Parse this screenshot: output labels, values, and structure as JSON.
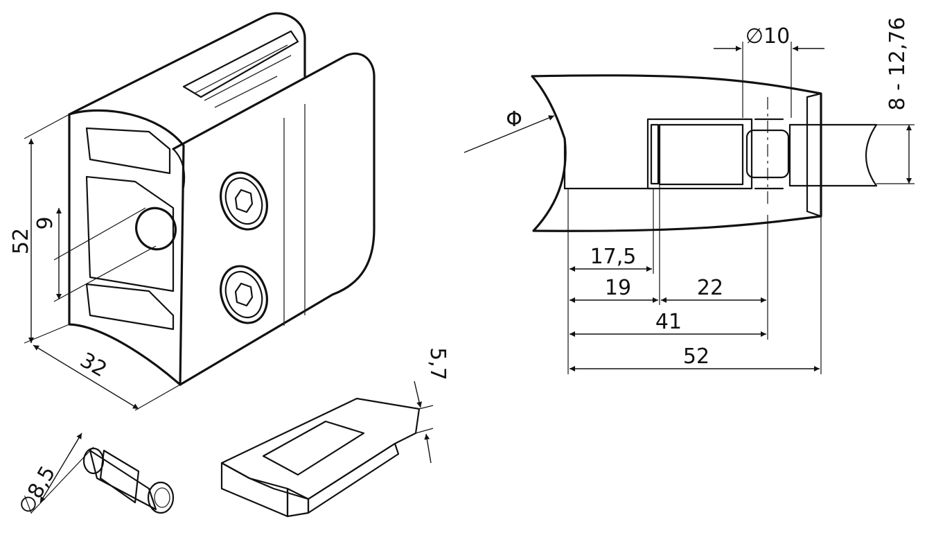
{
  "dimensions": {
    "clamp_height": "52",
    "clamp_depth": "32",
    "pin_hole": "9",
    "pin_diameter": "∅8,5",
    "pad_thickness": "5,7",
    "pin_diameter_top": "∅10",
    "glass_thickness": "8 - 12,76",
    "tube_diameter": "Φ",
    "dim_17_5": "17,5",
    "dim_19": "19",
    "dim_22": "22",
    "dim_41": "41",
    "dim_52": "52"
  },
  "colors": {
    "glass": "#d7f0d9",
    "rubber_dark": "#3d3d3d",
    "pad_metal": "#c9c3bb",
    "line": "#111111"
  }
}
